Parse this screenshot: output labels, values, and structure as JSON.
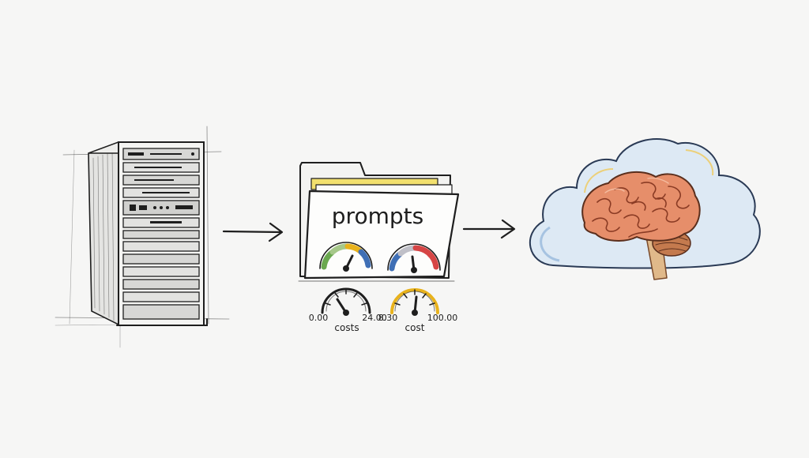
{
  "folder": {
    "label": "prompts"
  },
  "gauges": [
    {
      "left_label": "0.00",
      "right_label": "24.00",
      "caption": "costs"
    },
    {
      "left_label": "8.30",
      "right_label": "100.00",
      "caption": "cost"
    }
  ],
  "icons": {
    "server": "server-rack-icon",
    "folder": "folder-icon",
    "cloud": "cloud-icon",
    "brain": "brain-icon",
    "arrow": "arrow-right-icon",
    "gauge": "gauge-icon"
  },
  "colors": {
    "background": "#f6f6f5",
    "ink": "#1e1e1e",
    "cloud_fill": "#dde9f4",
    "brain": "#e68e6a",
    "brain_dark": "#b85b3f",
    "folder_yellow": "#f2e06e",
    "gauge_yellow": "#e8b21c",
    "gauge_red": "#d64545",
    "gauge_green": "#6aa84f",
    "gauge_blue": "#3f6fb5"
  }
}
